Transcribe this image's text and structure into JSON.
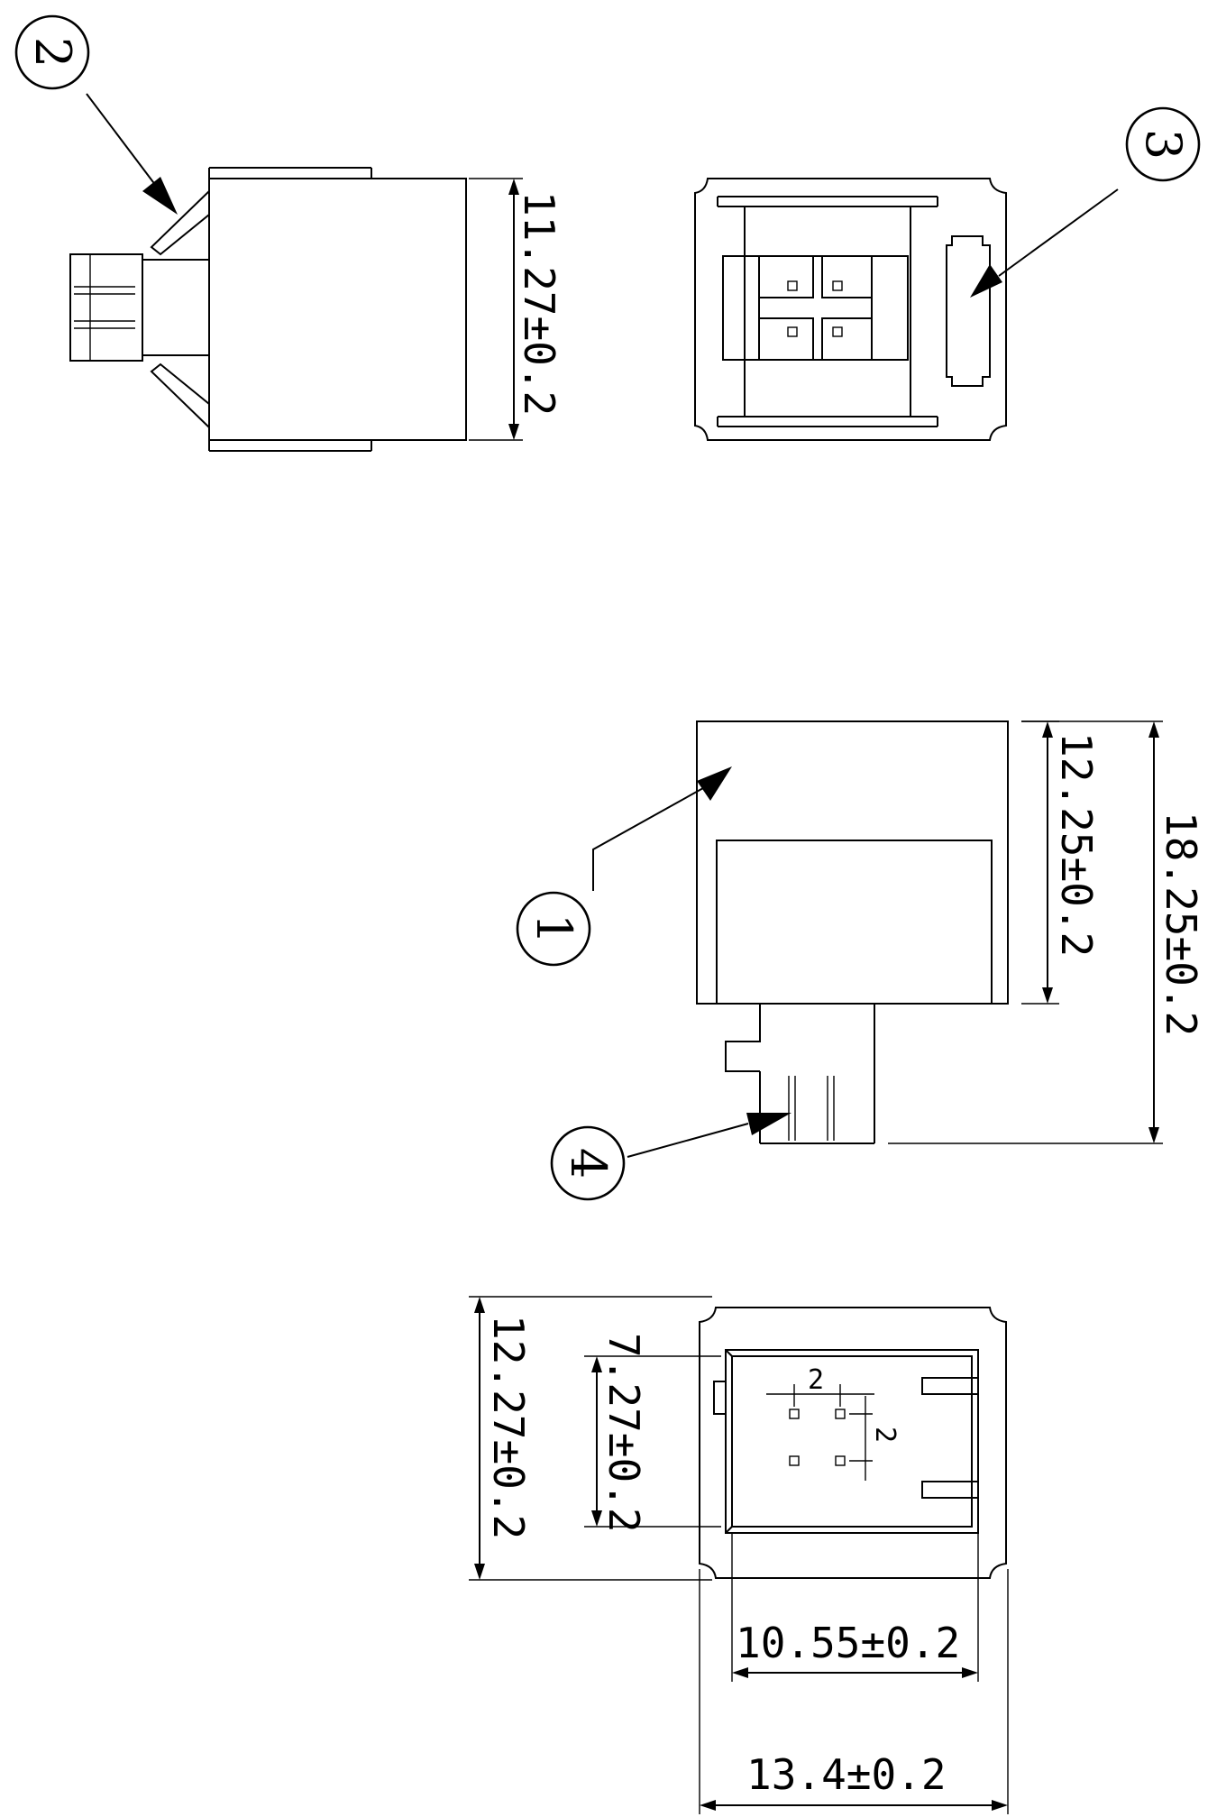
{
  "labels": {
    "balloon_1": "1",
    "balloon_2": "2",
    "balloon_3": "3",
    "balloon_4": "4"
  },
  "dimensions": {
    "height_top_side": "11.27±0.2",
    "body_height": "12.25±0.2",
    "overall_height": "18.25±0.2",
    "front_height": "12.27±0.2",
    "opening_height": "7.27±0.2",
    "pin_pitch_h": "2",
    "pin_pitch_v": "2",
    "inner_width": "10.55±0.2",
    "overall_width": "13.4±0.2"
  }
}
